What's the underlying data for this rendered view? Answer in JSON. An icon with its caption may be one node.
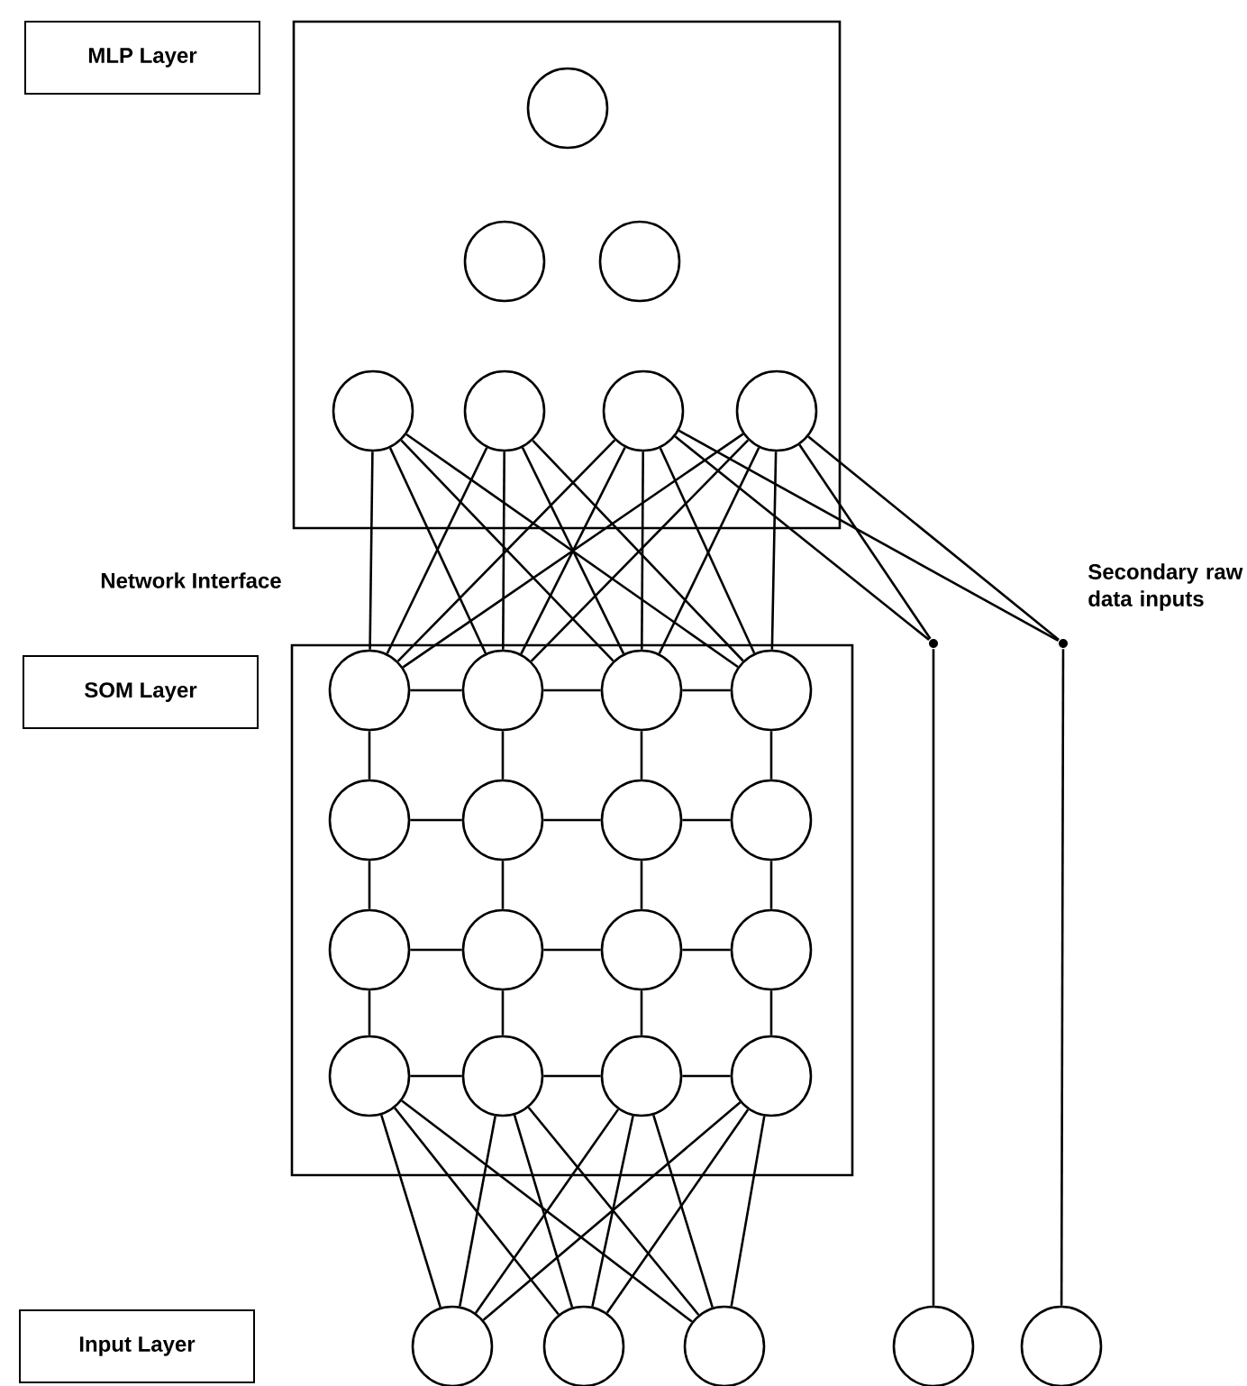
{
  "diagram": {
    "nodes": [
      {
        "text": [
          "MLP Layer"
        ]
      },
      {
        "text": [],
        "shape": "box"
      },
      {
        "text": [],
        "shape": "circle",
        "in": 1
      },
      {
        "text": [],
        "shape": "circle",
        "in": 1
      },
      {
        "text": [],
        "shape": "circle",
        "in": 1
      },
      {
        "text": [],
        "shape": "circle",
        "in": 1
      },
      {
        "text": [],
        "shape": "circle",
        "in": 1
      },
      {
        "text": [],
        "shape": "circle",
        "in": 1
      },
      {
        "text": [],
        "shape": "circle",
        "in": 1
      },
      {
        "text": [],
        "shape": "dot"
      },
      {
        "text": [],
        "shape": "dot"
      },
      {
        "text": [
          "SOM Layer"
        ]
      },
      {
        "text": [],
        "shape": "box"
      },
      {
        "text": [],
        "shape": "circle",
        "in": 12
      },
      {
        "text": [],
        "shape": "circle",
        "in": 12
      },
      {
        "text": [],
        "shape": "circle",
        "in": 12
      },
      {
        "text": [],
        "shape": "circle",
        "in": 12
      },
      {
        "text": [],
        "shape": "circle",
        "in": 12
      },
      {
        "text": [],
        "shape": "circle",
        "in": 12
      },
      {
        "text": [],
        "shape": "circle",
        "in": 12
      },
      {
        "text": [],
        "shape": "circle",
        "in": 12
      },
      {
        "text": [],
        "shape": "circle",
        "in": 12
      },
      {
        "text": [],
        "shape": "circle",
        "in": 12
      },
      {
        "text": [],
        "shape": "circle",
        "in": 12
      },
      {
        "text": [],
        "shape": "circle",
        "in": 12
      },
      {
        "text": [],
        "shape": "circle",
        "in": 12
      },
      {
        "text": [],
        "shape": "circle",
        "in": 12
      },
      {
        "text": [],
        "shape": "circle",
        "in": 12
      },
      {
        "text": [],
        "shape": "circle",
        "in": 12
      },
      {
        "text": [
          "Input Layer"
        ]
      },
      {
        "text": [],
        "shape": "circle"
      },
      {
        "text": [],
        "shape": "circle"
      },
      {
        "text": [],
        "shape": "circle"
      },
      {
        "text": [],
        "shape": "circle"
      },
      {
        "text": [],
        "shape": "circle"
      }
    ],
    "edges": [
      {
        "from": 5,
        "to": 13,
        "arrow": "none"
      },
      {
        "from": 5,
        "to": 14,
        "arrow": "none"
      },
      {
        "from": 5,
        "to": 15,
        "arrow": "none"
      },
      {
        "from": 5,
        "to": 16,
        "arrow": "none"
      },
      {
        "from": 6,
        "to": 13,
        "arrow": "none"
      },
      {
        "from": 6,
        "to": 14,
        "arrow": "none"
      },
      {
        "from": 6,
        "to": 15,
        "arrow": "none"
      },
      {
        "from": 6,
        "to": 16,
        "arrow": "none"
      },
      {
        "from": 7,
        "to": 13,
        "arrow": "none"
      },
      {
        "from": 7,
        "to": 14,
        "arrow": "none"
      },
      {
        "from": 7,
        "to": 15,
        "arrow": "none"
      },
      {
        "from": 7,
        "to": 16,
        "arrow": "none"
      },
      {
        "from": 8,
        "to": 13,
        "arrow": "none"
      },
      {
        "from": 8,
        "to": 14,
        "arrow": "none"
      },
      {
        "from": 8,
        "to": 15,
        "arrow": "none"
      },
      {
        "from": 8,
        "to": 16,
        "arrow": "none"
      },
      {
        "from": 7,
        "to": 9,
        "arrow": "none"
      },
      {
        "from": 8,
        "to": 9,
        "arrow": "none"
      },
      {
        "from": 7,
        "to": 10,
        "arrow": "none"
      },
      {
        "from": 8,
        "to": 10,
        "arrow": "none"
      },
      {
        "from": 9,
        "to": 33,
        "arrow": "none"
      },
      {
        "from": 10,
        "to": 34,
        "arrow": "none"
      },
      {
        "from": 13,
        "to": 14,
        "arrow": "none"
      },
      {
        "from": 14,
        "to": 15,
        "arrow": "none"
      },
      {
        "from": 15,
        "to": 16,
        "arrow": "none"
      },
      {
        "from": 17,
        "to": 18,
        "arrow": "none"
      },
      {
        "from": 18,
        "to": 19,
        "arrow": "none"
      },
      {
        "from": 19,
        "to": 20,
        "arrow": "none"
      },
      {
        "from": 21,
        "to": 22,
        "arrow": "none"
      },
      {
        "from": 22,
        "to": 23,
        "arrow": "none"
      },
      {
        "from": 23,
        "to": 24,
        "arrow": "none"
      },
      {
        "from": 25,
        "to": 26,
        "arrow": "none"
      },
      {
        "from": 26,
        "to": 27,
        "arrow": "none"
      },
      {
        "from": 27,
        "to": 28,
        "arrow": "none"
      },
      {
        "from": 13,
        "to": 17,
        "arrow": "none"
      },
      {
        "from": 17,
        "to": 21,
        "arrow": "none"
      },
      {
        "from": 21,
        "to": 25,
        "arrow": "none"
      },
      {
        "from": 14,
        "to": 18,
        "arrow": "none"
      },
      {
        "from": 18,
        "to": 22,
        "arrow": "none"
      },
      {
        "from": 22,
        "to": 26,
        "arrow": "none"
      },
      {
        "from": 15,
        "to": 19,
        "arrow": "none"
      },
      {
        "from": 19,
        "to": 23,
        "arrow": "none"
      },
      {
        "from": 23,
        "to": 27,
        "arrow": "none"
      },
      {
        "from": 16,
        "to": 20,
        "arrow": "none"
      },
      {
        "from": 20,
        "to": 24,
        "arrow": "none"
      },
      {
        "from": 24,
        "to": 28,
        "arrow": "none"
      },
      {
        "from": 25,
        "to": 30,
        "arrow": "none"
      },
      {
        "from": 25,
        "to": 31,
        "arrow": "none"
      },
      {
        "from": 25,
        "to": 32,
        "arrow": "none"
      },
      {
        "from": 26,
        "to": 30,
        "arrow": "none"
      },
      {
        "from": 26,
        "to": 31,
        "arrow": "none"
      },
      {
        "from": 26,
        "to": 32,
        "arrow": "none"
      },
      {
        "from": 27,
        "to": 30,
        "arrow": "none"
      },
      {
        "from": 27,
        "to": 31,
        "arrow": "none"
      },
      {
        "from": 27,
        "to": 32,
        "arrow": "none"
      },
      {
        "from": 28,
        "to": 30,
        "arrow": "none"
      },
      {
        "from": 28,
        "to": 31,
        "arrow": "none"
      },
      {
        "from": 28,
        "to": 32,
        "arrow": "none"
      }
    ],
    "labels": [
      "Network Interface",
      "Secondary raw data inputs"
    ]
  }
}
